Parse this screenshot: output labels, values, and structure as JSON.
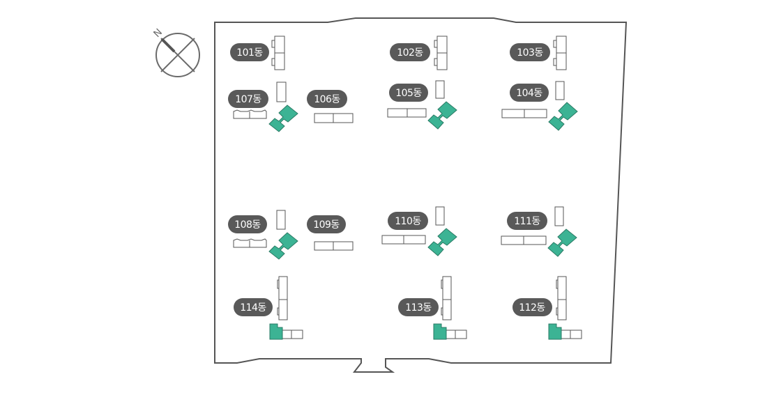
{
  "compass": {
    "north_label": "N"
  },
  "colors": {
    "highlight": "#3cb394",
    "badge": "#595959",
    "outline": "#555555"
  },
  "buildings": {
    "b101": "101동",
    "b102": "102동",
    "b103": "103동",
    "b104": "104동",
    "b105": "105동",
    "b106": "106동",
    "b107": "107동",
    "b108": "108동",
    "b109": "109동",
    "b110": "110동",
    "b111": "111동",
    "b112": "112동",
    "b113": "113동",
    "b114": "114동"
  }
}
